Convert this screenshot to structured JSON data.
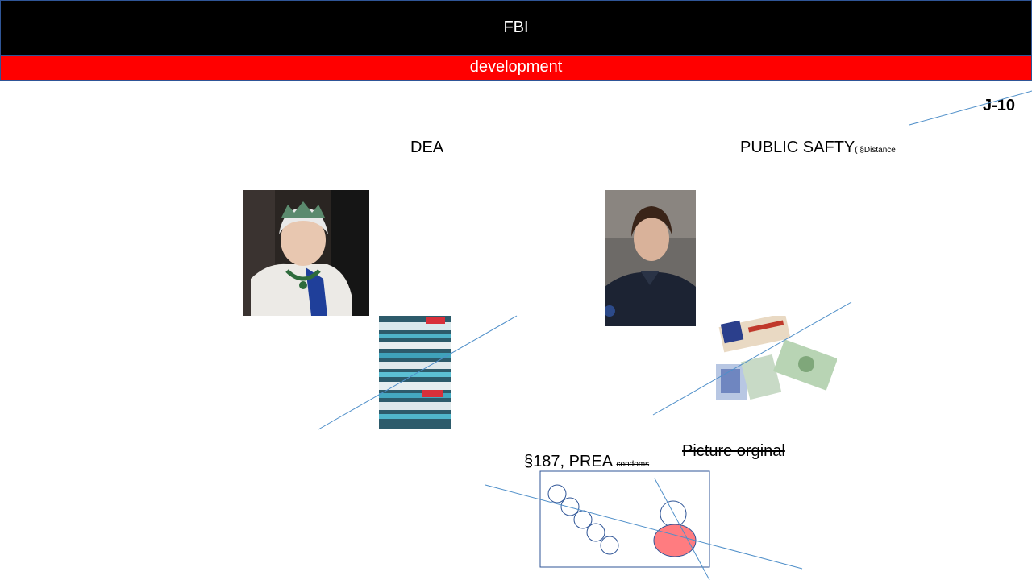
{
  "header": {
    "title": "FBI",
    "subtitle": "development"
  },
  "corner_label": "J-10",
  "sections": {
    "left": {
      "label": "DEA"
    },
    "right": {
      "label": "PUBLIC SAFTY",
      "note": "( §Distance"
    }
  },
  "bottom": {
    "label": "§187,  PREA",
    "note": "condoms",
    "picture_label": "Picture orginal"
  },
  "colors": {
    "header_bg": "#000000",
    "subheader_bg": "#ff0000",
    "line": "#4f8fc9",
    "diagram_stroke": "#2f5597",
    "diagram_fill": "#ff7c80"
  }
}
